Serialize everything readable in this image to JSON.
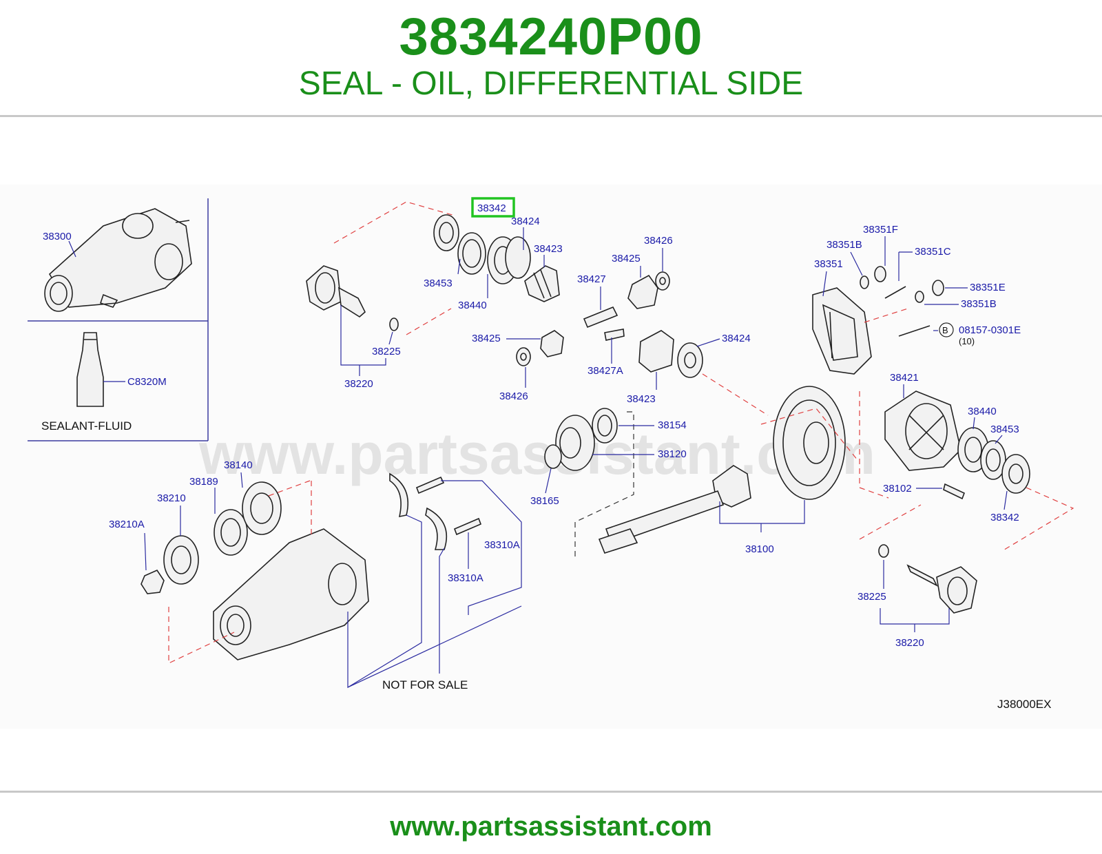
{
  "header": {
    "part_number": "3834240P00",
    "description": "SEAL - OIL, DIFFERENTIAL SIDE"
  },
  "diagram": {
    "highlighted_part": "38342",
    "watermark": "www.partsassistant.com",
    "labels": {
      "l38300": "38300",
      "lC8320M": "C8320M",
      "sealant": "SEALANT-FLUID",
      "l38342_hl": "38342",
      "l38424_top": "38424",
      "l38423_top": "38423",
      "l38453_top": "38453",
      "l38440_top": "38440",
      "l38225_left": "38225",
      "l38220_left": "38220",
      "l38426_top": "38426",
      "l38425_top": "38425",
      "l38427": "38427",
      "l38425_mid": "38425",
      "l38427A": "38427A",
      "l38426_mid": "38426",
      "l38424_mid": "38424",
      "l38423_mid": "38423",
      "l38351F": "38351F",
      "l38351B_a": "38351B",
      "l38351C": "38351C",
      "l38351": "38351",
      "l38351E": "38351E",
      "l38351B_b": "38351B",
      "bolt_code": "08157-0301E",
      "bolt_circle": "B",
      "bolt_qty": "(10)",
      "l38421": "38421",
      "l38440_right": "38440",
      "l38453_right": "38453",
      "l38102": "38102",
      "l38342_right": "38342",
      "l38154": "38154",
      "l38120": "38120",
      "l38165": "38165",
      "l38100": "38100",
      "l38140": "38140",
      "l38189": "38189",
      "l38210": "38210",
      "l38210A": "38210A",
      "l38310A_a": "38310A",
      "l38310A_b": "38310A",
      "not_for_sale": "NOT   FOR   SALE",
      "l38225_right": "38225",
      "l38220_right": "38220",
      "diagram_code": "J38000EX"
    }
  },
  "footer": {
    "url": "www.partsassistant.com"
  },
  "colors": {
    "brand_green": "#1a8f1a",
    "label_blue": "#1a1aa8",
    "highlight_green": "#22c422",
    "dashed_red": "#e04040"
  }
}
